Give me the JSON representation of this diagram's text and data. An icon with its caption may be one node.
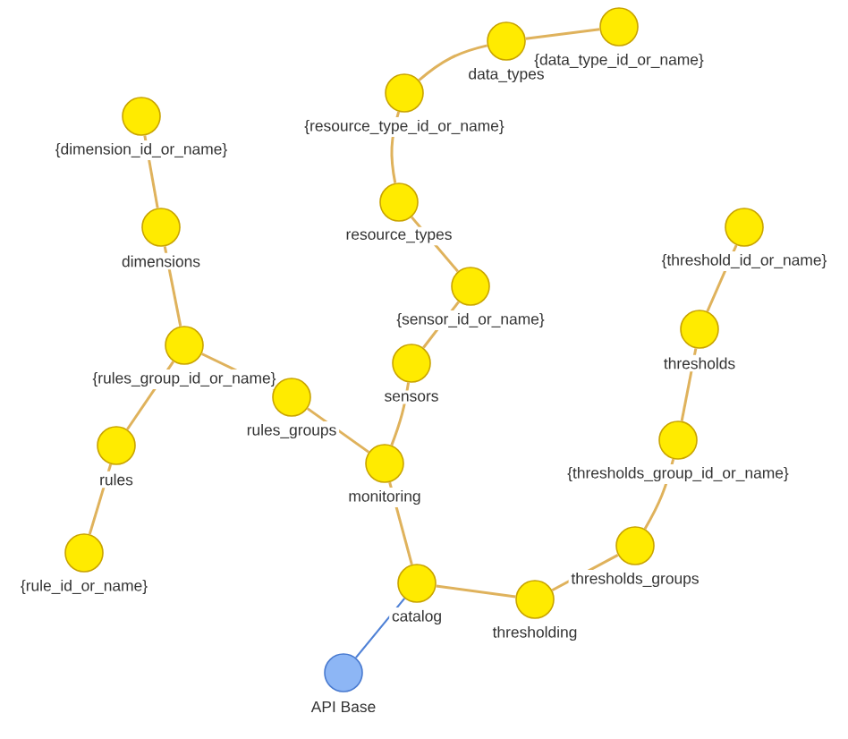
{
  "diagram": {
    "nodes": [
      {
        "text": [
          "{data_type_id_or_name}"
        ]
      },
      {
        "text": [
          "data_types"
        ]
      },
      {
        "text": [
          "{resource_type_id_or_name}"
        ]
      },
      {
        "text": [
          "{dimension_id_or_name}"
        ]
      },
      {
        "text": [
          "resource_types"
        ]
      },
      {
        "text": [
          "dimensions"
        ]
      },
      {
        "text": [
          "{threshold_id_or_name}"
        ]
      },
      {
        "text": [
          "{sensor_id_or_name}"
        ]
      },
      {
        "text": [
          "thresholds"
        ]
      },
      {
        "text": [
          "{rules_group_id_or_name}"
        ]
      },
      {
        "text": [
          "sensors"
        ]
      },
      {
        "text": [
          "rules_groups"
        ]
      },
      {
        "text": [
          "{thresholds_group_id_or_name}"
        ]
      },
      {
        "text": [
          "rules"
        ]
      },
      {
        "text": [
          "monitoring"
        ]
      },
      {
        "text": [
          "thresholds_groups"
        ]
      },
      {
        "text": [
          "{rule_id_or_name}"
        ]
      },
      {
        "text": [
          "catalog"
        ]
      },
      {
        "text": [
          "thresholding"
        ]
      },
      {
        "text": [
          "API Base"
        ]
      }
    ],
    "edges": [
      {
        "from": 19,
        "to": 17,
        "arrow": "none",
        "color": "#4f81d6"
      },
      {
        "from": 17,
        "to": 14,
        "arrow": "none"
      },
      {
        "from": 17,
        "to": 18,
        "arrow": "none"
      },
      {
        "from": 14,
        "to": 11,
        "arrow": "none"
      },
      {
        "from": 14,
        "to": 10,
        "arrow": "none"
      },
      {
        "from": 10,
        "to": 7,
        "arrow": "none"
      },
      {
        "from": 7,
        "to": 4,
        "arrow": "none"
      },
      {
        "from": 4,
        "to": 2,
        "arrow": "none"
      },
      {
        "from": 2,
        "to": 1,
        "arrow": "none"
      },
      {
        "from": 1,
        "to": 0,
        "arrow": "none"
      },
      {
        "from": 11,
        "to": 9,
        "arrow": "none"
      },
      {
        "from": 9,
        "to": 13,
        "arrow": "none"
      },
      {
        "from": 13,
        "to": 16,
        "arrow": "none"
      },
      {
        "from": 9,
        "to": 5,
        "arrow": "none"
      },
      {
        "from": 5,
        "to": 3,
        "arrow": "none"
      },
      {
        "from": 18,
        "to": 15,
        "arrow": "none"
      },
      {
        "from": 15,
        "to": 12,
        "arrow": "none"
      },
      {
        "from": 12,
        "to": 8,
        "arrow": "none"
      },
      {
        "from": 8,
        "to": 6,
        "arrow": "none"
      }
    ]
  }
}
